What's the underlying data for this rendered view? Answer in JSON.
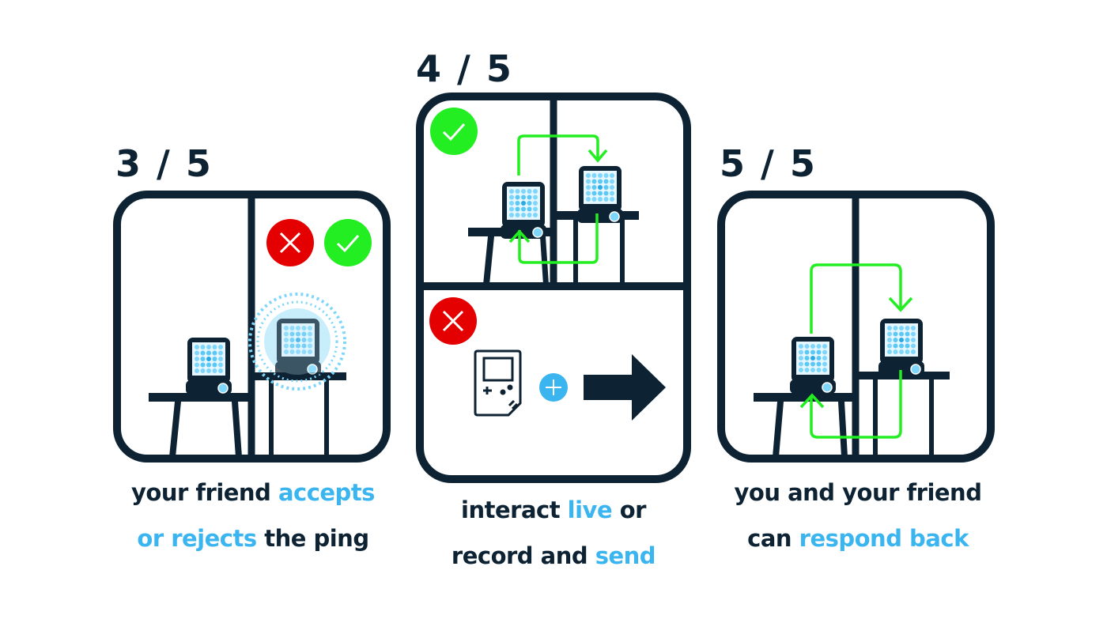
{
  "colors": {
    "dark": "#0d2232",
    "accent_blue": "#3bb5ef",
    "green": "#22ee22",
    "red": "#e40000",
    "screen_blue": "#7fd6fb"
  },
  "steps": [
    {
      "number": "3 / 5",
      "caption": {
        "line1": [
          {
            "text": "your friend ",
            "hl": false
          },
          {
            "text": "accepts",
            "hl": true
          }
        ],
        "line2": [
          {
            "text": "or rejects",
            "hl": true
          },
          {
            "text": " the ping",
            "hl": false
          }
        ]
      },
      "icons": [
        "reject-icon",
        "accept-icon",
        "ping-glow"
      ]
    },
    {
      "number": "4 / 5",
      "caption": {
        "line1": [
          {
            "text": "interact ",
            "hl": false
          },
          {
            "text": "live",
            "hl": true
          },
          {
            "text": " or",
            "hl": false
          }
        ],
        "line2": [
          {
            "text": "record and ",
            "hl": false
          },
          {
            "text": "send",
            "hl": true
          }
        ]
      },
      "icons": [
        "accept-icon",
        "reject-icon",
        "handheld-console-icon",
        "plus-icon",
        "arrow-right-icon"
      ]
    },
    {
      "number": "5 / 5",
      "caption": {
        "line1": [
          {
            "text": "you and your friend",
            "hl": false
          }
        ],
        "line2": [
          {
            "text": "can ",
            "hl": false
          },
          {
            "text": "respond back",
            "hl": true
          }
        ]
      },
      "icons": [
        "exchange-arrows"
      ]
    }
  ]
}
